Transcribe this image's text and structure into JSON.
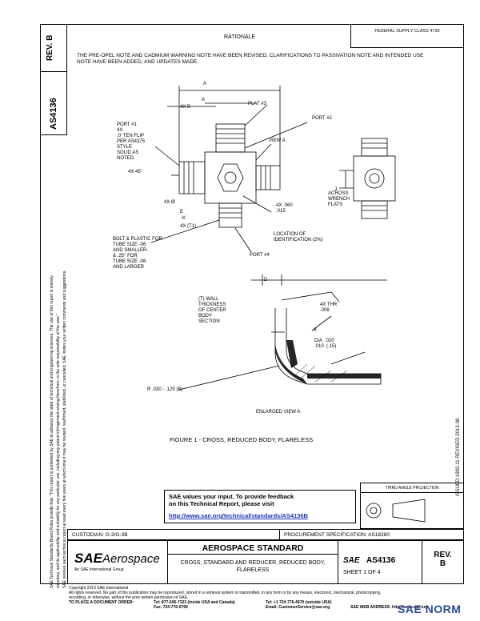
{
  "header": {
    "rev_label": "REV.",
    "rev_value": "B",
    "doc_number": "AS4136",
    "section": "RATIONALE",
    "fsc": "FEDERAL SUPPLY CLASS 4730"
  },
  "rationale_text": "THE PRE-OPEL NOTE AND CADMIUM WARNING NOTE HAVE BEEN REVISED, CLARIFICATIONS TO PASSIVATION NOTE AND INTENDED USE NOTE HAVE BEEN ADDED, AND UPDATES MADE.",
  "left_margin": {
    "line1": "SAE Technical Standards Board Rules provide that: \"This report is published by SAE to advance the state of technical and engineering sciences. The use of this report is entirely",
    "line2": "voluntary, and its applicability and suitability for any particular use, including any patent infringement arising therefrom, is the sole responsibility of the user.\"",
    "line3": "SAE reviews each technical report at least every five years at which time it may be revised, reaffirmed, stabilized, or cancelled. SAE invites your written comments and suggestions."
  },
  "right_margin": "ISSUED 1992-11   REVISED 2013-08",
  "drawing_labels": {
    "a1": "A",
    "a2": "A",
    "bx4": "4X B",
    "plat": "PLAT #3",
    "port1": "PORT #1\n4X\n.0' TEN FLIP\nPER AS4375\nSTYLE\nSOLID AS\nNOTED.",
    "port2": "PORT #2",
    "view": "VIEW A",
    "f45": "4X 45°",
    "dia": "4X Ø",
    "j": "J",
    "across": "ACROSS\nWRENCH\nFLATS",
    "hex": "4X .060\n.015",
    "e": "E",
    "k": "K",
    "t1": "4X (T1)",
    "bolt": "BOLT & PLASTIC FOR\nTUBE SIZE -06\nAND SMALLER.\n& .25° FOR\nTUBE SIZE -08\nAND LARGER",
    "loc": "LOCATION OF\nIDENTIFICATION (2%)",
    "port4": "PORT #4",
    "d": "D",
    "wall": "(T) WALL\nTHICKNESS\nOF CENTER\nBODY\nSECTION",
    "thr": "4X THR\n.008",
    "xy": "X",
    "dia2": "DIA  .020\n.010  (.15)",
    "r": "R .030 - .125 (B)",
    "enlarged": "ENLARGED VIEW A"
  },
  "figure_caption": "FIGURE 1 - CROSS, REDUCED BODY, FLARELESS",
  "feedback": {
    "line1": "SAE values your input. To provide feedback",
    "line2": "on this Technical Report, please visit",
    "url": "http://www.sae.org/technical/standards/AS4136B"
  },
  "third_angle": "THIRD ANGLE PROJECTION",
  "custodian": "CUSTODIAN: G-3/G-3B",
  "procurement": "PROCUREMENT SPECIFICATION: AS18280",
  "title_block": {
    "logo_sae": "SAE",
    "logo_aero": "Aerospace",
    "logo_sub": "An SAE International Group",
    "standard": "AEROSPACE STANDARD",
    "title": "CROSS, STANDARD AND REDUCER, REDUCED BODY,\nFLARELESS",
    "sae_small": "SAE",
    "doc": "AS4136",
    "sheet": "SHEET 1 OF 4",
    "rev_label": "REV.",
    "rev_value": "B"
  },
  "footer": {
    "copyright": "Copyright 2013 SAE International",
    "rights": "All rights reserved. No part of this publication may be reproduced, stored in a retrieval system or transmitted, in any form or by any means, electronic, mechanical, photocopying,",
    "rights2": "recording, or otherwise, without the prior written permission of SAE.",
    "order": "TO PLACE A DOCUMENT ORDER:",
    "tel1": "Tel: 877-606-7323 (inside USA and Canada)",
    "tel2": "Tel: +1 724-776-4970 (outside USA)",
    "fax": "Fax: 724-776-0790",
    "email": "Email: CustomerService@sae.org",
    "web": "SAE WEB ADDRESS: http://www.sae.org"
  },
  "watermark": "SAE NORM"
}
